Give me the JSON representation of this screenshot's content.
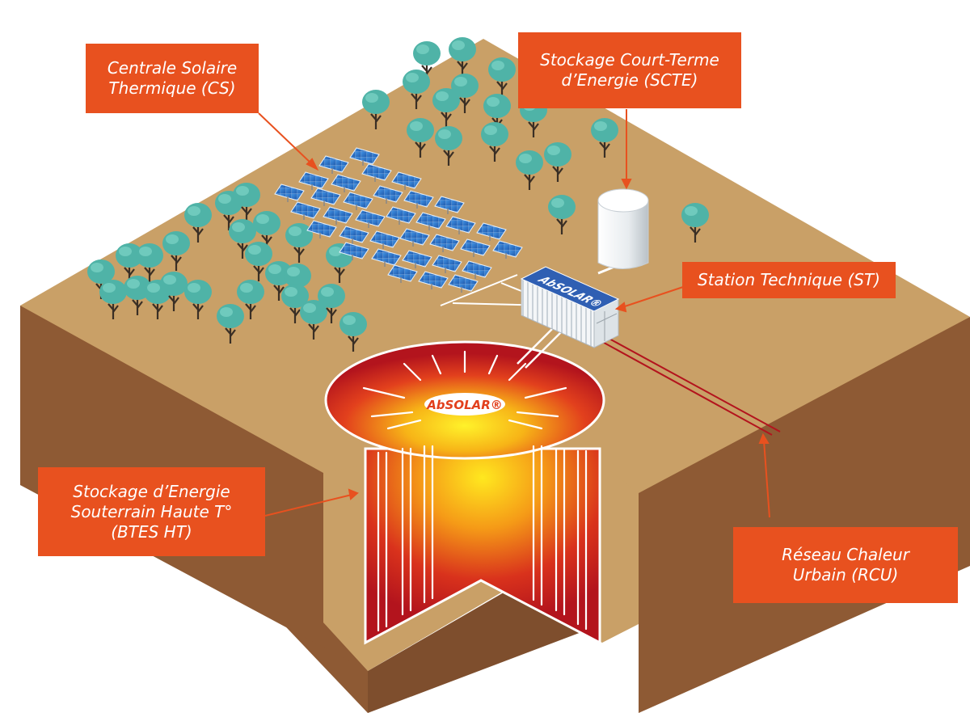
{
  "labels": {
    "cs": {
      "line1": "Centrale Solaire",
      "line2": "Thermique (CS)"
    },
    "scte": {
      "line1": "Stockage Court-Terme",
      "line2": "d’Energie (SCTE)"
    },
    "st": {
      "line1": "Station Technique (ST)"
    },
    "btes": {
      "line1": "Stockage d’Energie",
      "line2": "Souterrain Haute T°",
      "line3": "(BTES HT)"
    },
    "rcu": {
      "line1": "Réseau Chaleur",
      "line2": "Urbain (RCU)"
    }
  },
  "logos": {
    "container_logo": "AbSOLAR®",
    "storage_logo": "AbSOLAR®"
  },
  "colors": {
    "callout": "#e8511f",
    "ground_top": "#c9a067",
    "ground_side": "#8e5a34",
    "tree": "#4fb3a7",
    "panel": "#2d72c4",
    "heat_hot": "#ffe21a",
    "heat_cold": "#b3141d"
  }
}
